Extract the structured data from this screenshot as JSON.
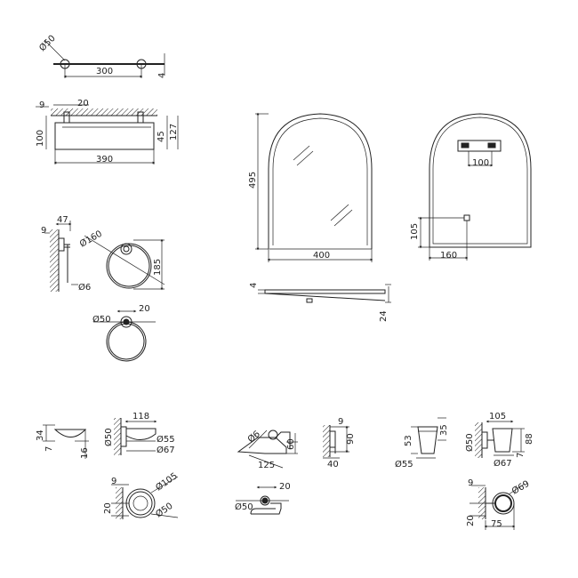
{
  "dims": {
    "shelf_top_dia": "Ø50",
    "shelf_top_len": "300",
    "shelf_top_h": "4",
    "shelf_front_9": "9",
    "shelf_front_20": "20",
    "shelf_front_100": "100",
    "shelf_front_45": "45",
    "shelf_front_127": "127",
    "shelf_front_390": "390",
    "ring_9": "9",
    "ring_47": "47",
    "ring_dia160": "Ø160",
    "ring_185": "185",
    "ring_dia6": "Ø6",
    "ring_dia50": "Ø50",
    "ring_20": "20",
    "mirror_495": "495",
    "mirror_400": "400",
    "mirror_4": "4",
    "mirror_24": "24",
    "mirror_back_100": "100",
    "mirror_back_105": "105",
    "mirror_back_160": "160",
    "soap_118": "118",
    "soap_34": "34",
    "soap_7": "7",
    "soap_16": "16",
    "soap_dia50": "Ø50",
    "soap_dia55": "Ø55",
    "soap_dia67": "Ø67",
    "soap_9": "9",
    "soap_dia105": "Ø105",
    "soap_20": "20",
    "soap_dia50b": "Ø50",
    "paper_dia6": "Ø6",
    "paper_125": "125",
    "paper_60": "60",
    "paper_9": "9",
    "paper_90": "90",
    "paper_40": "40",
    "paper_dia50": "Ø50",
    "paper_20": "20",
    "cup_53": "53",
    "cup_35": "35",
    "cup_dia55": "Ø55",
    "cup_105": "105",
    "cup_dia50": "Ø50",
    "cup_88": "88",
    "cup_7": "7",
    "cup_dia67": "Ø67",
    "cup_9": "9",
    "cup_dia69": "Ø69",
    "cup_20": "20",
    "cup_75": "75"
  }
}
